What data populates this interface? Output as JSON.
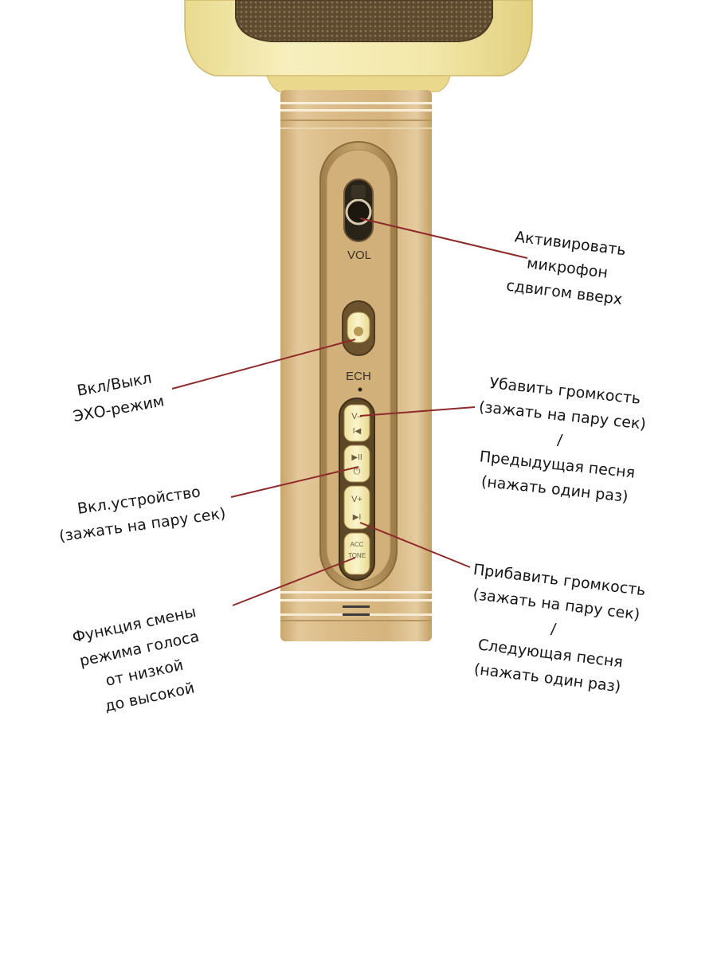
{
  "microphone": {
    "vol_label": "VOL",
    "ech_label": "ECH",
    "buttons": [
      {
        "top": "V–",
        "bottom": "I◀"
      },
      {
        "top": "▶II",
        "bottom": "⏻"
      },
      {
        "top": "V+",
        "bottom": "▶I"
      },
      {
        "top": "ACC",
        "bottom": "TONE"
      }
    ]
  },
  "callouts": {
    "activate_mic": [
      "Активировать",
      "микрофон",
      "сдвигом вверх"
    ],
    "echo": [
      "Вкл/Выкл",
      "ЭХО-режим"
    ],
    "volume_down": [
      "Убавить громкость",
      "(зажать на пару сек)",
      "/",
      "Предыдущая песня",
      "(нажать один раз)"
    ],
    "power": [
      "Вкл.устройство",
      "(зажать на пару сек)"
    ],
    "volume_up": [
      "Прибавить громкость",
      "(зажать на пару сек)",
      "/",
      "Следующая песня",
      "(нажать один раз)"
    ],
    "voice_mode": [
      "Функция смены",
      "режима голоса",
      "от низкой",
      "до высокой"
    ]
  },
  "colors": {
    "leader_line": "#8e2a2a",
    "body_gold": "#d9b780",
    "head_yellow": "#f2e7a5",
    "grille": "#6a5436"
  }
}
